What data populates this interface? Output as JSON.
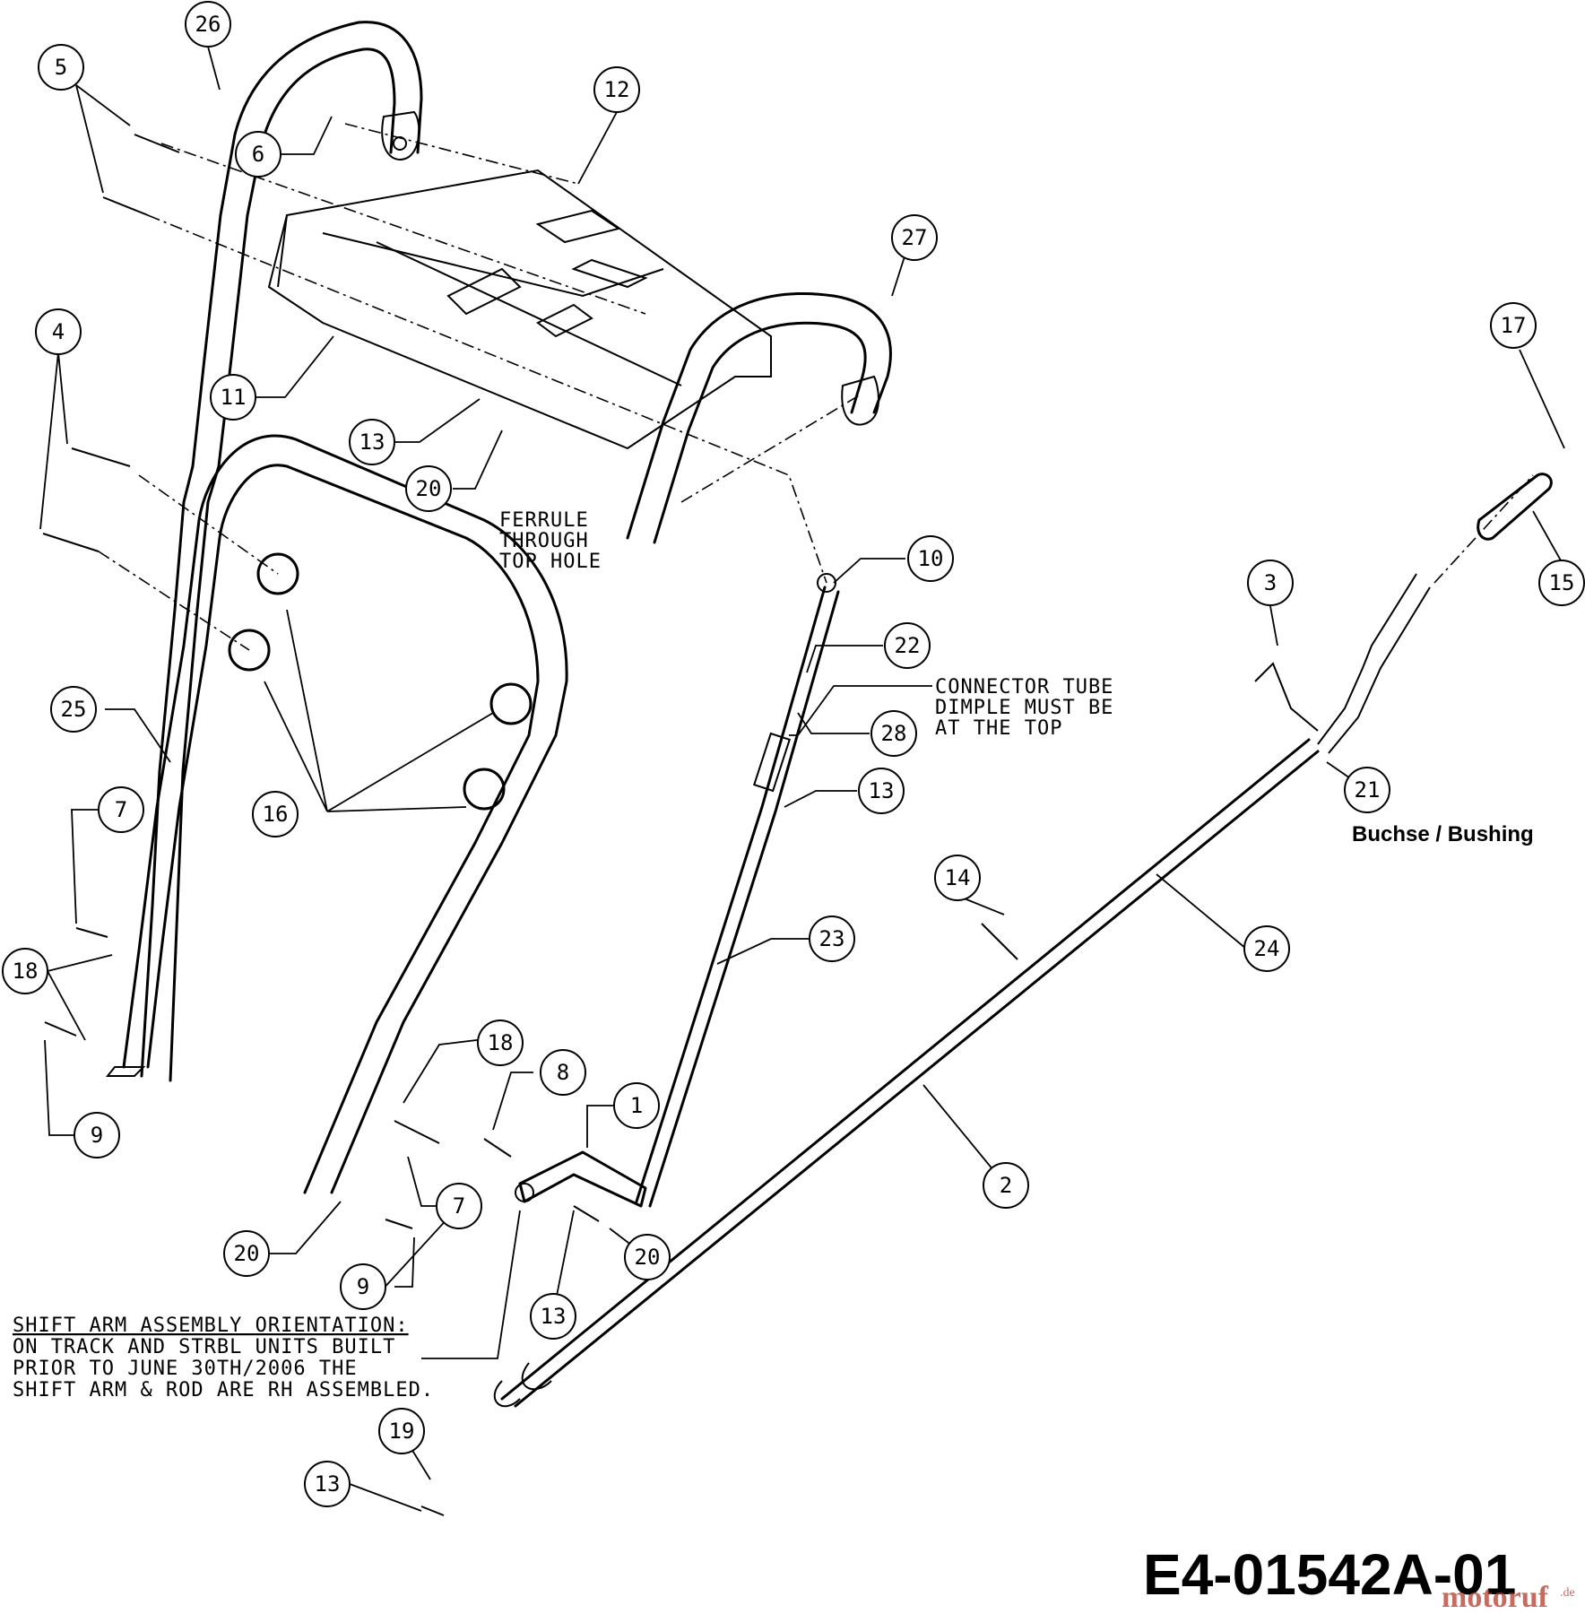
{
  "diagram": {
    "drawing_number": "E4-01542A-01",
    "watermark": {
      "main": "motoruf",
      "suffix": ".de"
    },
    "bushing_label": "Buchse / Bushing",
    "notes": {
      "ferrule": [
        "FERRULE",
        "THROUGH",
        "TOP HOLE"
      ],
      "connector": [
        "CONNECTOR TUBE",
        "DIMPLE MUST BE",
        "AT THE TOP"
      ],
      "shift_arm": [
        "SHIFT ARM ASSEMBLY ORIENTATION:",
        "ON TRACK AND STRBL UNITS BUILT",
        "PRIOR TO JUNE 30TH/2006 THE",
        "SHIFT ARM & ROD ARE RH ASSEMBLED."
      ]
    },
    "callouts": [
      {
        "id": "c26",
        "label": "26"
      },
      {
        "id": "c5",
        "label": "5"
      },
      {
        "id": "c6",
        "label": "6"
      },
      {
        "id": "c12",
        "label": "12"
      },
      {
        "id": "c27",
        "label": "27"
      },
      {
        "id": "c4",
        "label": "4"
      },
      {
        "id": "c11",
        "label": "11"
      },
      {
        "id": "c13a",
        "label": "13"
      },
      {
        "id": "c20a",
        "label": "20"
      },
      {
        "id": "c17",
        "label": "17"
      },
      {
        "id": "c10",
        "label": "10"
      },
      {
        "id": "c3",
        "label": "3"
      },
      {
        "id": "c15",
        "label": "15"
      },
      {
        "id": "c22",
        "label": "22"
      },
      {
        "id": "c28",
        "label": "28"
      },
      {
        "id": "c13b",
        "label": "13"
      },
      {
        "id": "c21",
        "label": "21"
      },
      {
        "id": "c25",
        "label": "25"
      },
      {
        "id": "c16",
        "label": "16"
      },
      {
        "id": "c7a",
        "label": "7"
      },
      {
        "id": "c14",
        "label": "14"
      },
      {
        "id": "c23",
        "label": "23"
      },
      {
        "id": "c24",
        "label": "24"
      },
      {
        "id": "c18a",
        "label": "18"
      },
      {
        "id": "c9a",
        "label": "9"
      },
      {
        "id": "c18b",
        "label": "18"
      },
      {
        "id": "c8",
        "label": "8"
      },
      {
        "id": "c1",
        "label": "1"
      },
      {
        "id": "c2",
        "label": "2"
      },
      {
        "id": "c7b",
        "label": "7"
      },
      {
        "id": "c20b",
        "label": "20"
      },
      {
        "id": "c20c",
        "label": "20"
      },
      {
        "id": "c9b",
        "label": "9"
      },
      {
        "id": "c13c",
        "label": "13"
      },
      {
        "id": "c19",
        "label": "19"
      },
      {
        "id": "c13d",
        "label": "13"
      }
    ]
  }
}
